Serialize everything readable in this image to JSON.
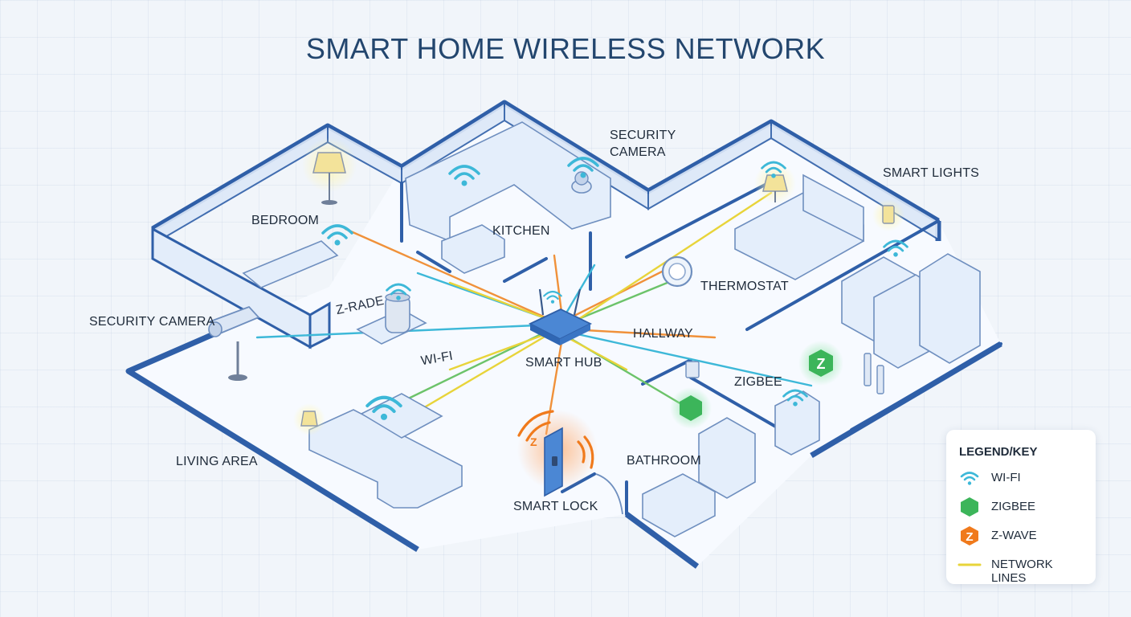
{
  "title": "SMART HOME WIRELESS NETWORK",
  "rooms": {
    "bedroom": "BEDROOM",
    "kitchen": "KITCHEN",
    "hallway": "HALLWAY",
    "living_area": "LIVING AREA",
    "bathroom": "BATHROOM"
  },
  "devices": {
    "security_camera_left": "SECURITY CAMERA",
    "security_camera_top": "SECURITY\nCAMERA",
    "smart_lights": "SMART LIGHTS",
    "thermostat": "THERMOSTAT",
    "smart_hub": "SMART HUB",
    "smart_lock": "SMART LOCK"
  },
  "protocol_labels": {
    "zwave": "Z-RADE",
    "wifi": "WI-FI",
    "zigbee": "ZIGBEE"
  },
  "legend": {
    "title": "LEGEND/KEY",
    "items": [
      {
        "icon": "wifi-icon",
        "label": "WI-FI"
      },
      {
        "icon": "zigbee-icon",
        "label": "ZIGBEE"
      },
      {
        "icon": "zwave-icon",
        "label": "Z-WAVE"
      },
      {
        "icon": "network-line-icon",
        "label": "NETWORK LINES"
      }
    ]
  },
  "colors": {
    "wall": "#2f5fa8",
    "floor": "#f7faff",
    "wifi": "#3db8d8",
    "zigbee": "#3cb55a",
    "zwave": "#f07a1c",
    "network_line": "#e8d43a"
  }
}
